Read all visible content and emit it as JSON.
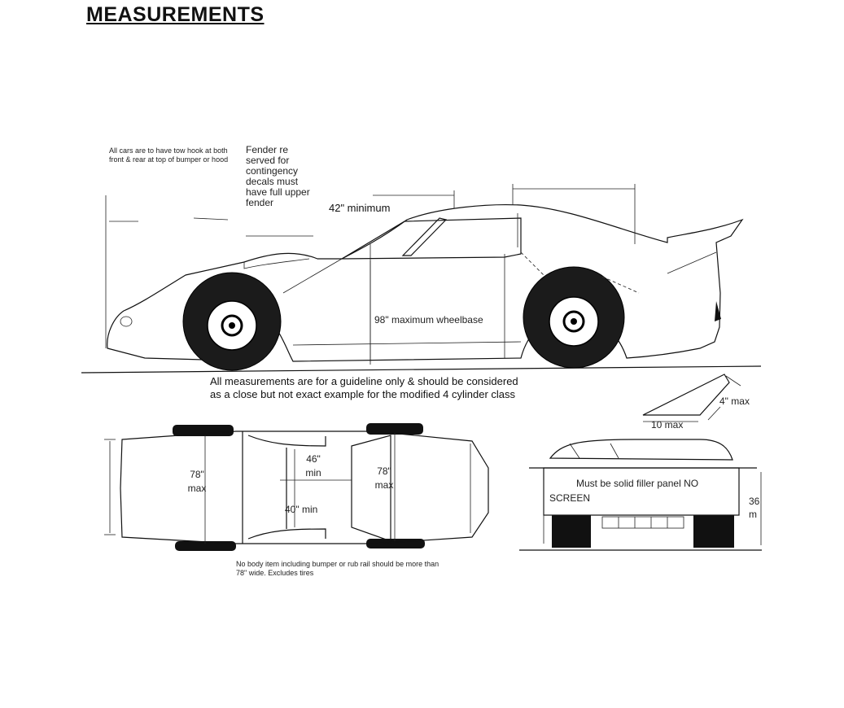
{
  "title": "MEASUREMENTS",
  "side_view": {
    "tow_hook_note": "All cars are to have tow hook at both front & rear at top of bumper or hood",
    "fender_note": "Fender re served for contingency decals must have full upper fender",
    "roof_height": "42\" minimum",
    "wheelbase": "98\" maximum wheelbase"
  },
  "disclaimer": {
    "line1": "All measurements are for a guideline only  & should be considered",
    "line2": "as a close but not exact example for the modified 4 cylinder class"
  },
  "spoiler": {
    "height": "4\" max",
    "length": "10  max"
  },
  "top_view": {
    "front_width_value": "78\"",
    "front_width_unit": "max",
    "roof_width_value": "46\"",
    "roof_width_unit": "min",
    "rear_width_value": "78\"",
    "rear_width_unit": "max",
    "interior_width": "40\" min",
    "body_width_note": "No body item including bumper or rub rail should be more than 78\" wide. Excludes tires"
  },
  "rear_view": {
    "filler_panel_line1": "Must be solid filler panel  NO",
    "filler_panel_line2": "SCREEN",
    "height_value": "36",
    "height_unit": "m"
  }
}
